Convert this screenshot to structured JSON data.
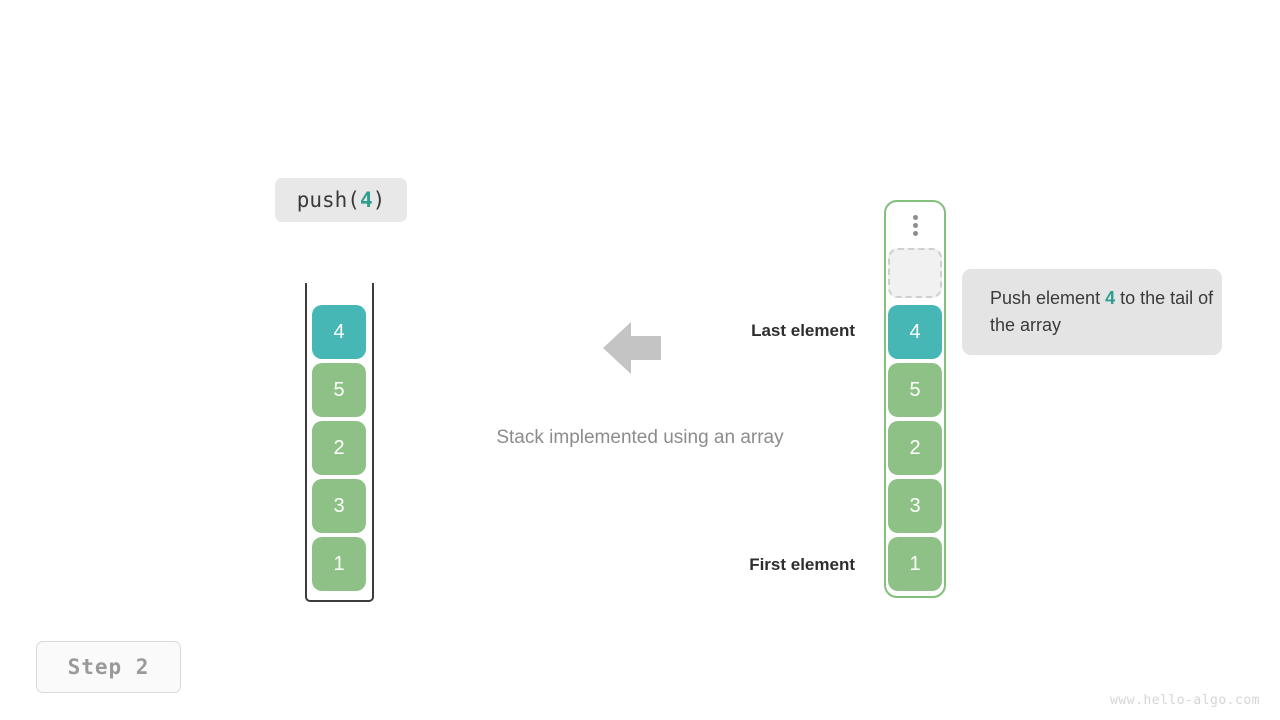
{
  "operation": {
    "label_prefix": "push(",
    "label_value": "4",
    "label_suffix": ")"
  },
  "stack": {
    "name": "stack-implemented-using-an-array",
    "caption": "Stack implemented using an array",
    "cells": [
      {
        "value": "4",
        "state": "highlight"
      },
      {
        "value": "5",
        "state": "normal"
      },
      {
        "value": "2",
        "state": "normal"
      },
      {
        "value": "3",
        "state": "normal"
      },
      {
        "value": "1",
        "state": "normal"
      }
    ]
  },
  "array": {
    "more_icon": "vertical-ellipsis-icon",
    "empty_slot_label": "",
    "cells": [
      {
        "value": "4",
        "state": "highlight"
      },
      {
        "value": "5",
        "state": "normal"
      },
      {
        "value": "2",
        "state": "normal"
      },
      {
        "value": "3",
        "state": "normal"
      },
      {
        "value": "1",
        "state": "normal"
      }
    ]
  },
  "annotations": {
    "last_element": "Last element",
    "first_element": "First element",
    "arrow_direction": "left"
  },
  "tooltip": {
    "text_before": "Push element ",
    "value": "4",
    "text_after": " to the tail of the array"
  },
  "footer": {
    "step": "Step 2",
    "watermark": "www.hello-algo.com"
  },
  "colors": {
    "highlight": "#46b7b5",
    "normal": "#8dc185",
    "accent_text": "#2f9e8f",
    "array_border": "#83c07b",
    "stack_border": "#3c3c3c",
    "arrow": "#c4c4c4",
    "chip_background": "#e8e8e8",
    "tooltip_background": "#e4e4e4"
  }
}
